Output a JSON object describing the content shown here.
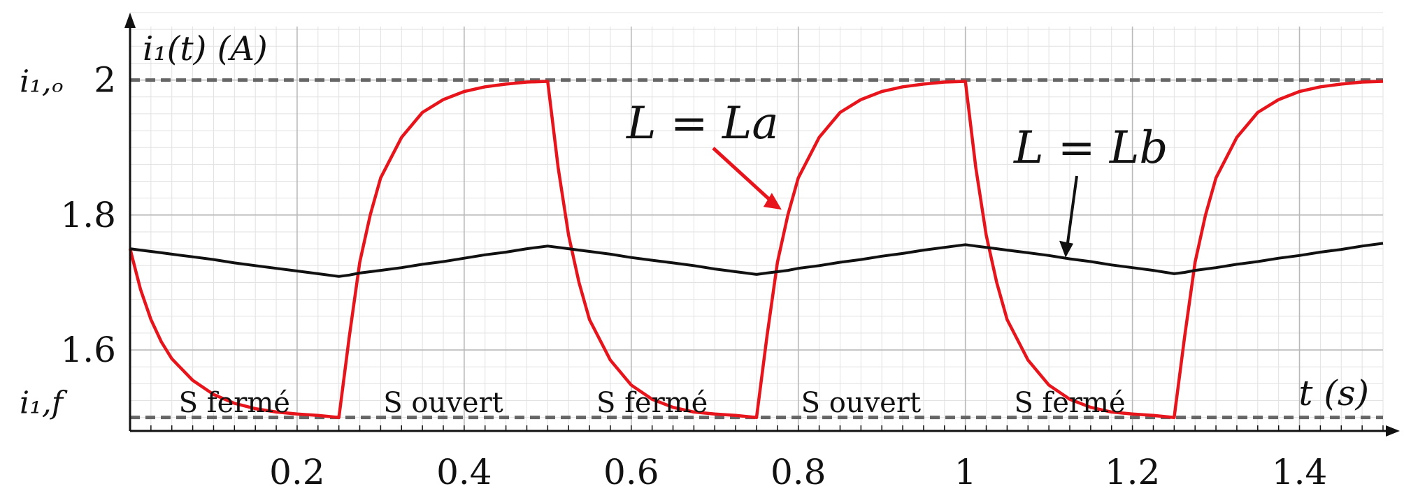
{
  "chart_data": {
    "type": "line",
    "x": [
      0,
      0.0125,
      0.025,
      0.0375,
      0.05,
      0.075,
      0.1,
      0.125,
      0.15,
      0.175,
      0.2,
      0.225,
      0.25,
      0.2625,
      0.275,
      0.2875,
      0.3,
      0.325,
      0.35,
      0.375,
      0.4,
      0.425,
      0.45,
      0.475,
      0.5,
      0.5125,
      0.525,
      0.5375,
      0.55,
      0.575,
      0.6,
      0.625,
      0.65,
      0.675,
      0.7,
      0.725,
      0.75,
      0.7625,
      0.775,
      0.7875,
      0.8,
      0.825,
      0.85,
      0.875,
      0.9,
      0.925,
      0.95,
      0.975,
      1.0,
      1.0125,
      1.025,
      1.0375,
      1.05,
      1.075,
      1.1,
      1.125,
      1.15,
      1.175,
      1.2,
      1.225,
      1.25,
      1.2625,
      1.275,
      1.2875,
      1.3,
      1.325,
      1.35,
      1.375,
      1.4,
      1.425,
      1.45,
      1.475,
      1.5
    ],
    "series": [
      {
        "name": "L = La",
        "values": [
          1.75,
          1.69,
          1.645,
          1.612,
          1.587,
          1.555,
          1.534,
          1.521,
          1.513,
          1.508,
          1.505,
          1.503,
          1.5,
          1.62,
          1.73,
          1.8,
          1.855,
          1.915,
          1.952,
          1.971,
          1.983,
          1.99,
          1.994,
          1.997,
          1.998,
          1.87,
          1.77,
          1.7,
          1.645,
          1.585,
          1.548,
          1.527,
          1.515,
          1.508,
          1.505,
          1.503,
          1.5,
          1.62,
          1.73,
          1.8,
          1.855,
          1.915,
          1.952,
          1.971,
          1.983,
          1.99,
          1.994,
          1.997,
          1.998,
          1.87,
          1.77,
          1.7,
          1.645,
          1.585,
          1.548,
          1.527,
          1.515,
          1.508,
          1.505,
          1.503,
          1.5,
          1.62,
          1.73,
          1.8,
          1.855,
          1.915,
          1.952,
          1.971,
          1.983,
          1.99,
          1.994,
          1.997,
          1.998
        ],
        "color": "#e8141b"
      },
      {
        "name": "L = Lb",
        "values": [
          1.75,
          1.748,
          1.746,
          1.744,
          1.742,
          1.738,
          1.734,
          1.729,
          1.725,
          1.721,
          1.717,
          1.713,
          1.709,
          1.711,
          1.714,
          1.716,
          1.718,
          1.722,
          1.727,
          1.731,
          1.736,
          1.741,
          1.745,
          1.75,
          1.754,
          1.752,
          1.75,
          1.748,
          1.746,
          1.742,
          1.737,
          1.733,
          1.729,
          1.725,
          1.72,
          1.716,
          1.712,
          1.714,
          1.716,
          1.718,
          1.721,
          1.725,
          1.73,
          1.734,
          1.739,
          1.743,
          1.748,
          1.752,
          1.756,
          1.754,
          1.752,
          1.75,
          1.748,
          1.744,
          1.74,
          1.735,
          1.731,
          1.726,
          1.722,
          1.718,
          1.713,
          1.715,
          1.718,
          1.72,
          1.722,
          1.727,
          1.731,
          1.736,
          1.74,
          1.745,
          1.749,
          1.754,
          1.758
        ],
        "color": "#111111"
      }
    ],
    "xlim": [
      0,
      1.5
    ],
    "ylim": [
      1.48,
      2.1
    ],
    "xticks": [
      0.2,
      0.4,
      0.6,
      0.8,
      1.0,
      1.2,
      1.4
    ],
    "xtick_labels": [
      "0.2",
      "0.4",
      "0.6",
      "0.8",
      "1",
      "1.2",
      "1.4"
    ],
    "yticks": [
      1.6,
      1.8,
      2.0
    ],
    "ytick_labels": [
      "1.6",
      "1.8",
      "2"
    ],
    "grid": true,
    "ylabel": "i₁(t) (A)",
    "xlabel": "t (s)",
    "reference_lines": [
      {
        "label": "i₁,ₒ",
        "y": 2.0
      },
      {
        "label": "i₁,f",
        "y": 1.5
      }
    ],
    "annotations": [
      {
        "text": "L = La",
        "x": 0.78,
        "y": 1.808,
        "color": "#e8141b"
      },
      {
        "text": "L = Lb",
        "x": 1.12,
        "y": 1.737,
        "color": "#111111"
      }
    ],
    "phase_labels": [
      {
        "text": "S fermé",
        "x": 0.125
      },
      {
        "text": "S ouvert",
        "x": 0.375
      },
      {
        "text": "S fermé",
        "x": 0.625
      },
      {
        "text": "S ouvert",
        "x": 0.875
      },
      {
        "text": "S fermé",
        "x": 1.125
      }
    ]
  }
}
